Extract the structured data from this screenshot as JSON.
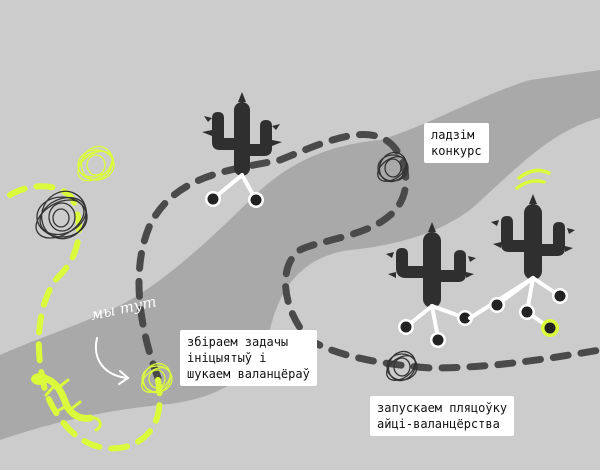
{
  "colors": {
    "background": "#cccccc",
    "river": "#a9a9a9",
    "path": "#4a4a4a",
    "accent": "#dcfa3c",
    "cactus": "#2f2f2f",
    "label_bg": "#ffffff"
  },
  "annotation": {
    "handwritten": "мы тут"
  },
  "labels": {
    "contest": [
      "ладзім",
      "конкурс"
    ],
    "collect": [
      "збіраем задачы",
      "ініцыятыў і",
      "шукаем валанцёраў"
    ],
    "launch": [
      "запускаем пляцоўку",
      "айці-валанцёрства"
    ]
  },
  "icons": [
    "cactus-icon",
    "scribble-icon",
    "lizard-icon",
    "wifi-icon",
    "arrow-icon"
  ]
}
